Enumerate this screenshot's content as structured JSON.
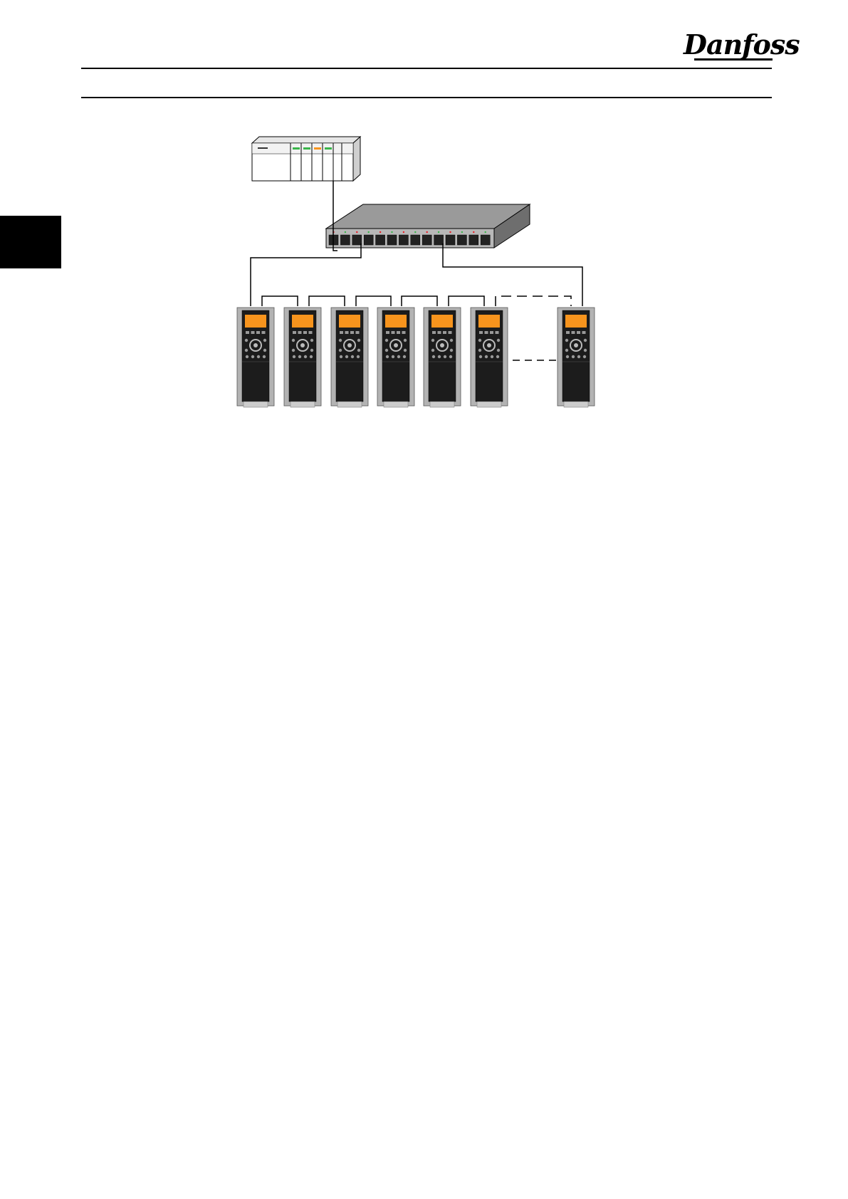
{
  "header": {
    "brand": "Danfoss"
  },
  "figure": {
    "controller_label": "",
    "switch_port_count": 14,
    "drive_count_shown": 7,
    "colors": {
      "display": "#f7941d",
      "drive_body": "#1c1c1c",
      "drive_frame": "#b3b3b3",
      "switch": "#8a8a8a",
      "cable": "#000000"
    }
  }
}
